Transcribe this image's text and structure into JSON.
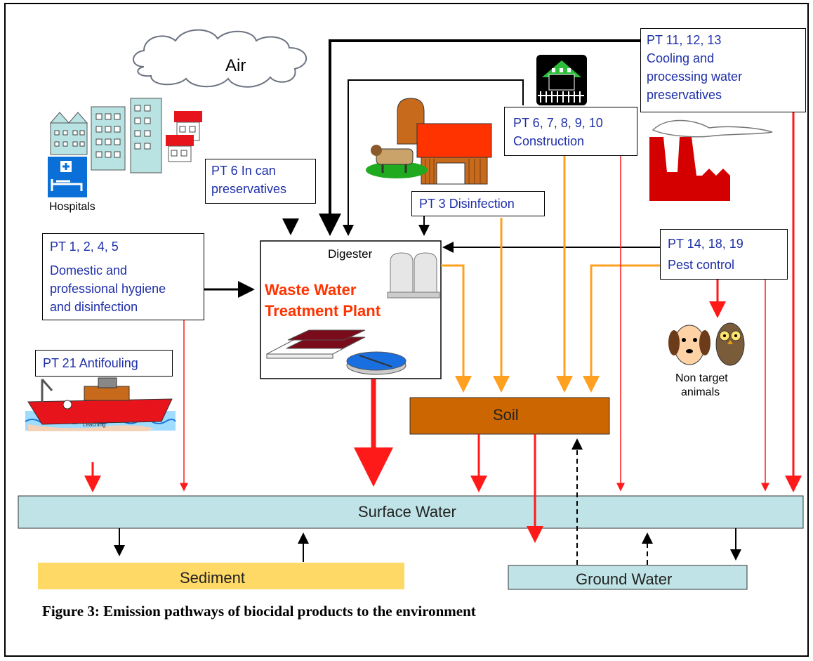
{
  "labels": {
    "air": "Air",
    "hospitals": "Hospitals",
    "pt6_in_can": "PT 6 In can preservatives",
    "pt6_in_can_l1": "PT 6 In can",
    "pt6_in_can_l2": "preservatives",
    "pt1245_l1": "PT 1, 2, 4, 5",
    "pt1245_l2": "Domestic and",
    "pt1245_l3": "professional hygiene",
    "pt1245_l4": "and disinfection",
    "digester": "Digester",
    "wwtp_l1": "Waste Water",
    "wwtp_l2": "Treatment Plant",
    "pt3": "PT 3 Disinfection",
    "pt6_10_l1": "PT 6, 7, 8, 9, 10",
    "pt6_10_l2": "Construction",
    "pt11_13_l1": "PT 11, 12, 13",
    "pt11_13_l2": "Cooling and",
    "pt11_13_l3": "processing water",
    "pt11_13_l4": "preservatives",
    "pt14_19_l1": "PT 14, 18, 19",
    "pt14_19_l2": "Pest control",
    "non_target_l1": "Non target",
    "non_target_l2": "animals",
    "pt21": "PT 21 Antifouling",
    "leaching": "Leaching",
    "soil": "Soil",
    "surface_water": "Surface Water",
    "sediment": "Sediment",
    "ground_water": "Ground Water"
  },
  "caption": "Figure 3: Emission pathways of biocidal products to the environment",
  "colors": {
    "red_arrow": "#ff1a1a",
    "orange_arrow": "#ffa020",
    "soil": "#cc6600",
    "water": "#bfe3e6",
    "sediment": "#ffd966",
    "label_text": "#1e2fa8",
    "wwtp_text": "#ff3300"
  }
}
